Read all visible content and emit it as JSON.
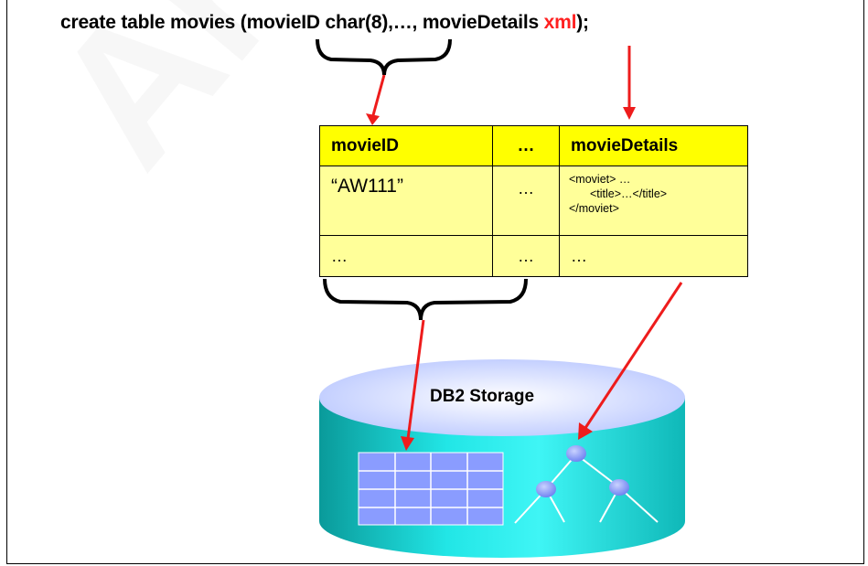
{
  "statement": {
    "part1": "create table movies (movieID char(8),…, movieDetails ",
    "xml": "xml",
    "part2": ");"
  },
  "table": {
    "headers": [
      "movieID",
      "…",
      "movieDetails"
    ],
    "row1": {
      "movieID": "“AW111”",
      "middle": "…",
      "xml_lines": [
        "<moviet> …",
        "<title>…</title>",
        "</moviet>"
      ]
    },
    "row2": [
      "…",
      "…",
      "…"
    ]
  },
  "storage": {
    "label": "DB2 Storage"
  },
  "colors": {
    "header_fill": "#ffff00",
    "cell_fill": "#ffff99",
    "arrow": "#ee1c1c",
    "cylinder_body": "#1ee8e8",
    "cylinder_top": "#cfd8ff",
    "grid_fill": "#8a9cff",
    "node_fill": "#8a9cff"
  }
}
